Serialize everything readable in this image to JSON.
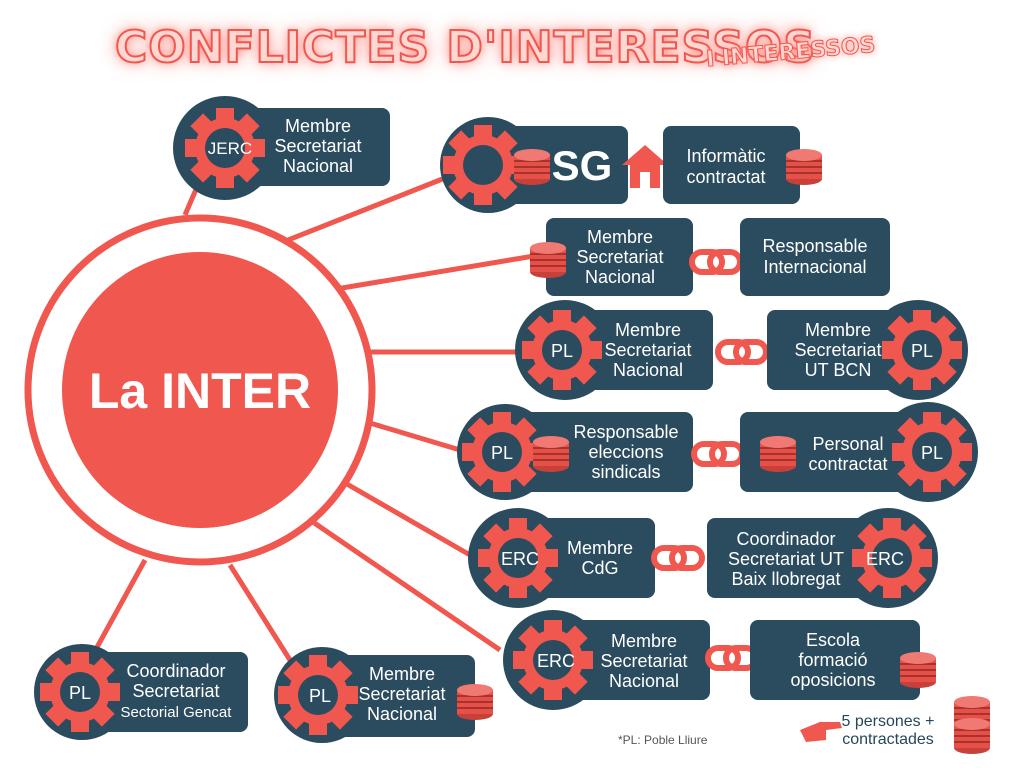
{
  "title": "CONFLICTES D'INTERESSOS",
  "subtitle": "I INTERESSOS",
  "center": {
    "label": "La INTER"
  },
  "colors": {
    "accent": "#f0574f",
    "dark": "#2b4b5e",
    "circle": "#2b4b5e",
    "white": "#ffffff"
  },
  "icons": {
    "gear": "gear-icon",
    "coins": "coins-icon",
    "house": "house-icon",
    "chain": "chain-link-icon",
    "hand": "pointing-hand-icon"
  },
  "nodes": [
    {
      "id": "jerc",
      "org": "JERC",
      "role": [
        "Membre",
        "Secretariat",
        "Nacional"
      ],
      "coins": false
    },
    {
      "id": "sg",
      "org": "",
      "role": [
        "SG"
      ],
      "coins": true,
      "house": true,
      "linked": {
        "role": [
          "Informàtic",
          "contractat"
        ],
        "coins": true
      }
    },
    {
      "id": "row-int",
      "org": "",
      "role": [
        "Membre",
        "Secretariat",
        "Nacional"
      ],
      "coins": true,
      "linked": {
        "role": [
          "Responsable",
          "Internacional"
        ],
        "coins": false
      }
    },
    {
      "id": "row-pl-ut",
      "org": "PL",
      "role": [
        "Membre",
        "Secretariat",
        "Nacional"
      ],
      "coins": false,
      "linked": {
        "org": "PL",
        "role": [
          "Membre",
          "Secretariat",
          "UT BCN"
        ],
        "coins": false
      }
    },
    {
      "id": "row-pl-elec",
      "org": "PL",
      "role": [
        "Responsable",
        "eleccions",
        "sindicals"
      ],
      "coins": true,
      "linked": {
        "org": "PL",
        "role": [
          "Personal",
          "contractat"
        ],
        "coins": true
      }
    },
    {
      "id": "row-erc-cdg",
      "org": "ERC",
      "role": [
        "Membre",
        "CdG"
      ],
      "coins": false,
      "linked": {
        "org": "ERC",
        "role": [
          "Coordinador",
          "Secretariat UT",
          "Baix llobregat"
        ],
        "coins": false
      }
    },
    {
      "id": "row-erc-esc",
      "org": "ERC",
      "role": [
        "Membre",
        "Secretariat",
        "Nacional"
      ],
      "coins": false,
      "linked": {
        "role": [
          "Escola",
          "formació",
          "oposicions"
        ],
        "coins": true
      }
    },
    {
      "id": "pl-gencat",
      "org": "PL",
      "role": [
        "Coordinador",
        "Secretariat",
        "Sectorial Gencat"
      ],
      "coins": false
    },
    {
      "id": "pl-nacional",
      "org": "PL",
      "role": [
        "Membre",
        "Secretariat",
        "Nacional"
      ],
      "coins": true
    }
  ],
  "footnote": "*PL: Poble Lliure",
  "legend": {
    "text_line1": "5 persones +",
    "text_line2": "contractades"
  }
}
